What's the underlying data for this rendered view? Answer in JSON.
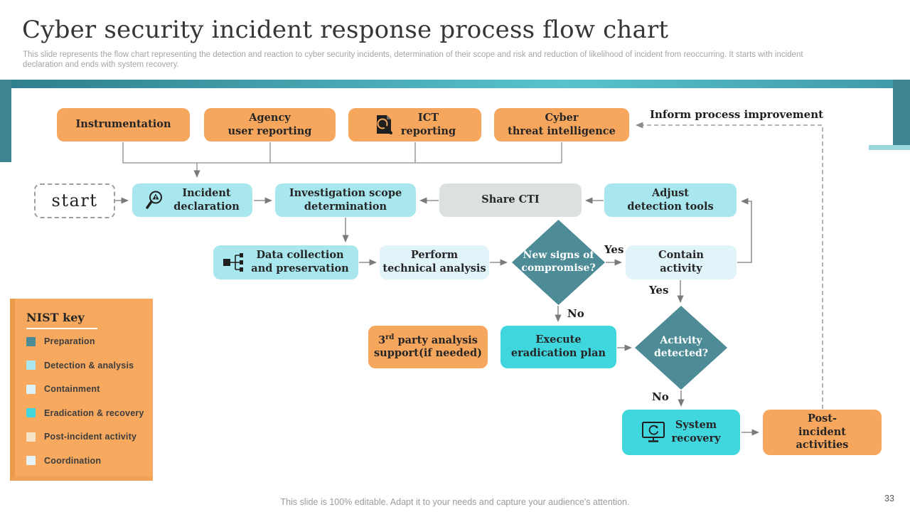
{
  "header": {
    "title": "Cyber security incident response process flow chart",
    "subtitle": "This slide represents the flow chart representing the detection and reaction to cyber security incidents, determination of their scope and risk and reduction of likelihood of incident from reoccurring. It starts with incident declaration and ends with system recovery."
  },
  "flow": {
    "sources": {
      "instrumentation": "Instrumentation",
      "agency": "Agency\nuser reporting",
      "ict": "ICT\nreporting",
      "cyber": "Cyber\nthreat intelligence"
    },
    "nodes": {
      "start": "start",
      "incident_declaration": "Incident\ndeclaration",
      "investigation": "Investigation scope\ndetermination",
      "share_cti": "Share CTI",
      "adjust": "Adjust\ndetection tools",
      "data_collection": "Data collection\nand preservation",
      "perform": "Perform\ntechnical analysis",
      "new_signs": "New signs of\ncompromise?",
      "contain": "Contain\nactivity",
      "party3": {
        "num": "3",
        "sup": "rd",
        "line1_rest": " party analysis",
        "line2": "support(if needed)"
      },
      "execute": "Execute\neradication plan",
      "activity_detected": "Activity\ndetected?",
      "system_recovery": "System\nrecovery",
      "post_incident": "Post-\nincident\nactivities"
    },
    "annotations": {
      "inform": "Inform process improvement",
      "yes_compromise": "Yes",
      "yes_contain": "Yes",
      "no_compromise": "No",
      "no_activity": "No"
    },
    "icons": {
      "ict": "document-magnifier-icon",
      "incident_declaration": "magnifier-alert-icon",
      "data_collection": "data-network-icon",
      "system_recovery": "monitor-refresh-icon"
    }
  },
  "legend": {
    "title": "NIST key",
    "items": [
      {
        "label": "Preparation",
        "color": "#4d8c96"
      },
      {
        "label": "Detection & analysis",
        "color": "#a9e7ee"
      },
      {
        "label": "Containment",
        "color": "#ddf2f8"
      },
      {
        "label": "Eradication & recovery",
        "color": "#44d4dc"
      },
      {
        "label": "Post-incident activity",
        "color": "#f6e3c8"
      },
      {
        "label": "Coordination",
        "color": "#e7f2f6"
      }
    ]
  },
  "footer": {
    "note": "This slide is 100% editable. Adapt it to your needs and capture your audience's attention.",
    "page_number": "33"
  },
  "colors": {
    "accent_teal": "#3d8593",
    "band_gradient_start": "#2e7e8c",
    "band_gradient_end": "#3f99a6",
    "source_orange": "#f7a65d",
    "detection_cyan": "#a9e7ee",
    "containment_light": "#e1f4f9",
    "coordination_gray": "#dae1e0",
    "decision_teal": "#4d8c96",
    "eradication_cyan": "#40d6dd",
    "connector_gray": "#7a7a7a"
  }
}
